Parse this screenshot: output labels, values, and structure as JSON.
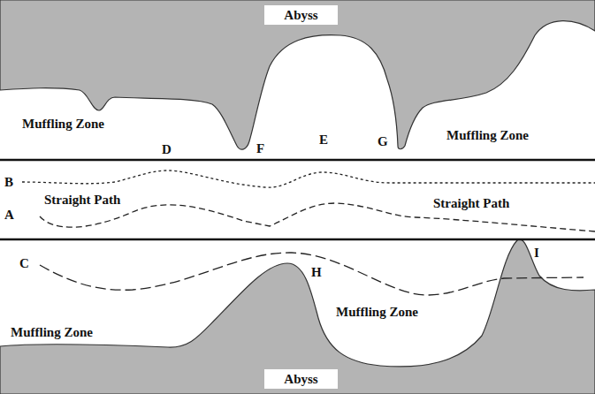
{
  "diagram": {
    "nodes": [
      {
        "text": [
          "Abyss"
        ]
      },
      {
        "text": [
          "Abyss"
        ]
      }
    ],
    "labels": [
      "Muffling Zone",
      "D",
      "F",
      "E",
      "G",
      "Muffling Zone",
      "B",
      "Straight Path",
      "A",
      "Straight Path",
      "C",
      "H",
      "Muffling Zone",
      "I",
      "Muffling Zone"
    ]
  }
}
